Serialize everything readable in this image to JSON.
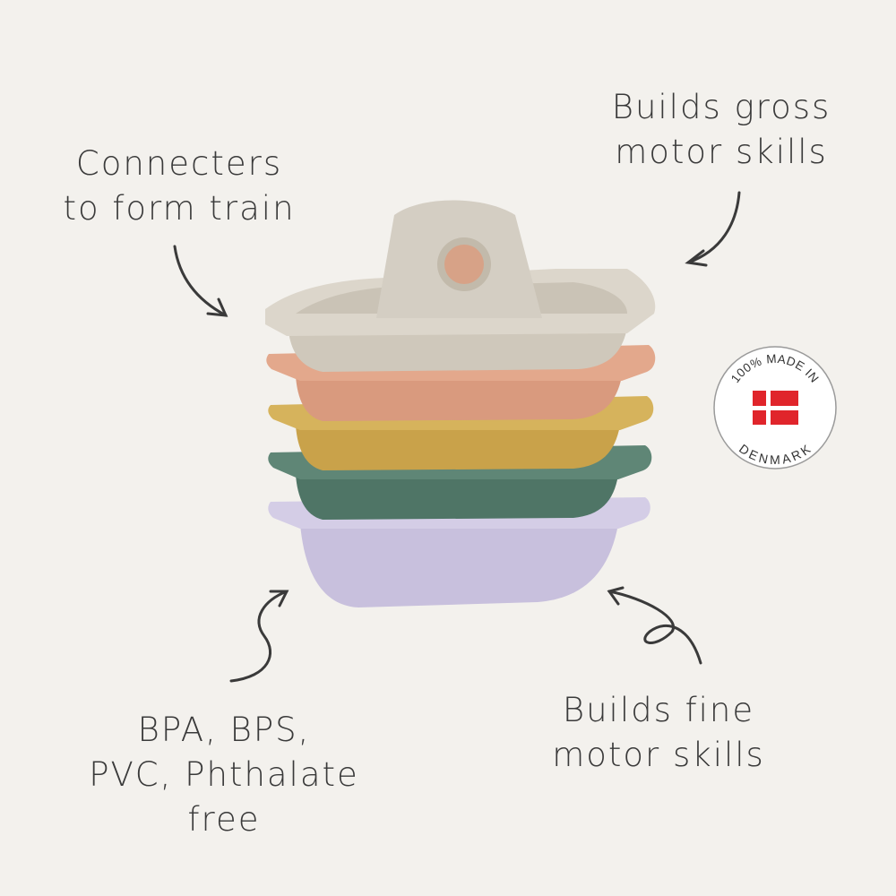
{
  "annotations": {
    "connectors": [
      "Connecters",
      "to form train"
    ],
    "gross_motor": [
      "Builds gross",
      "motor skills"
    ],
    "bpa_free": [
      "BPA, BPS,",
      "PVC, Phthalate",
      "free"
    ],
    "fine_motor": [
      "Builds fine",
      "motor skills"
    ]
  },
  "badge": {
    "top_text": "100% MADE IN",
    "bottom_text": "DENMARK",
    "flag_color": "#e0252b"
  },
  "colors": {
    "background": "#f3f1ed",
    "boats": [
      "#d8d2c7",
      "#e3a88c",
      "#d6b35c",
      "#5f8676",
      "#c8c0dd"
    ]
  }
}
